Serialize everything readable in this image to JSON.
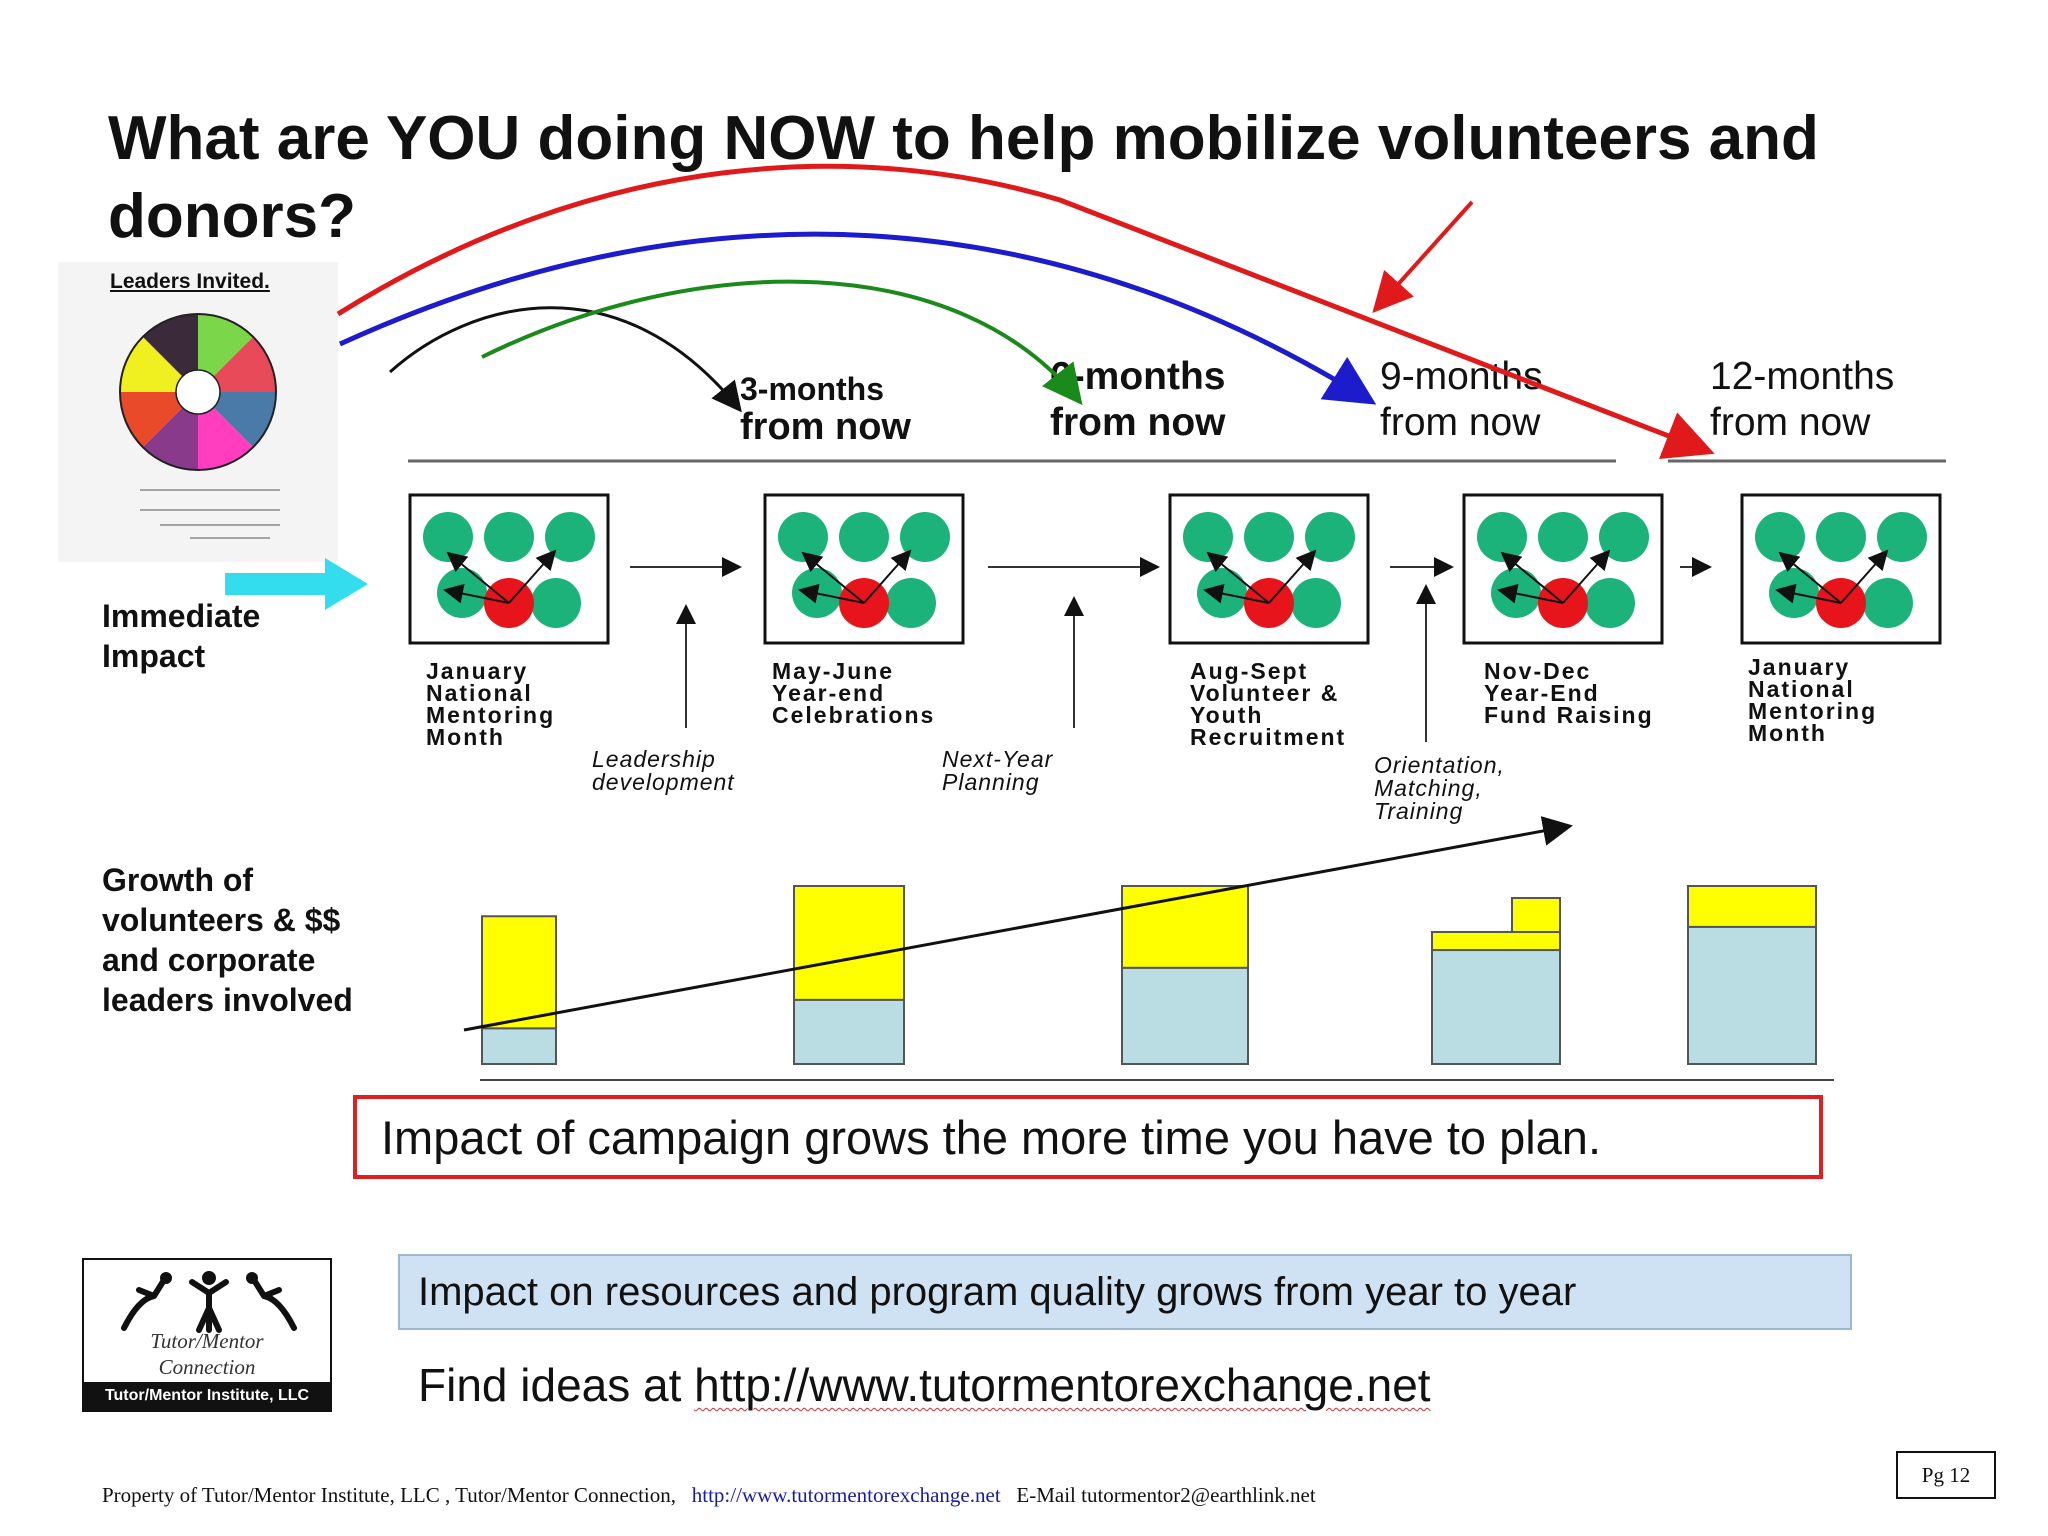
{
  "title": "What are YOU doing NOW to help mobilize volunteers and donors?",
  "leaders_invited": "Leaders Invited.",
  "labels": {
    "immediate_impact_1": "Immediate",
    "immediate_impact_2": "Impact",
    "growth_1": "Growth of",
    "growth_2": "volunteers & $$",
    "growth_3": "and corporate",
    "growth_4": "leaders involved"
  },
  "timeline_headers": [
    {
      "line1": "3-months",
      "line2": "from now"
    },
    {
      "line1": "6-months",
      "line2": "from now"
    },
    {
      "line1": "9-months",
      "line2": "from now"
    },
    {
      "line1": "12-months",
      "line2": "from now"
    }
  ],
  "events": [
    {
      "lines": [
        "January",
        "National",
        "Mentoring",
        "Month"
      ]
    },
    {
      "lines": [
        "May-June",
        "Year-end",
        "Celebrations"
      ]
    },
    {
      "lines": [
        "Aug-Sept",
        "Volunteer &",
        "Youth",
        "Recruitment"
      ]
    },
    {
      "lines": [
        "Nov-Dec",
        "Year-End",
        "Fund Raising"
      ]
    },
    {
      "lines": [
        "January",
        "National",
        "Mentoring",
        "Month"
      ]
    }
  ],
  "between_labels": [
    {
      "line1": "Leadership",
      "line2": "development"
    },
    {
      "line1": "Next-Year",
      "line2": "Planning"
    },
    {
      "line1": "Orientation,",
      "line2": "Matching,",
      "line3": "Training"
    }
  ],
  "campaign_message": "Impact of campaign grows the more time you have to plan.",
  "resources_message": "Impact on resources and program quality grows from year to year",
  "find_ideas": {
    "prefix": "Find ideas at ",
    "url": "http://www.tutormentorexchange.net"
  },
  "logo": {
    "line1": "Tutor/Mentor",
    "line2": "Connection",
    "footer": "Tutor/Mentor Institute, LLC"
  },
  "footer": {
    "text": "Property of Tutor/Mentor Institute, LLC , Tutor/Mentor Connection,",
    "link": "http://www.tutormentorexchange.net",
    "email": "E-Mail tutormentor2@earthlink.net"
  },
  "page": "Pg  12",
  "colors": {
    "arrow_red": "#e01a1a",
    "arrow_blue": "#1c1ccc",
    "arrow_green": "#1a8a1a",
    "arrow_cyan": "#33ddee",
    "node_green": "#1cb37a",
    "node_red": "#e8141b",
    "bar_yellow": "#ffff00",
    "bar_blue": "#b9dde3"
  },
  "growth_bars": [
    {
      "blue_fraction": 0.2,
      "total_fraction": 0.83
    },
    {
      "blue_fraction": 0.36,
      "total_fraction": 1.0
    },
    {
      "blue_fraction": 0.54,
      "total_fraction": 1.0
    },
    {
      "blue_fraction": 0.64,
      "total_fraction": 1.0
    },
    {
      "blue_fraction": 0.77,
      "total_fraction": 1.0
    }
  ]
}
